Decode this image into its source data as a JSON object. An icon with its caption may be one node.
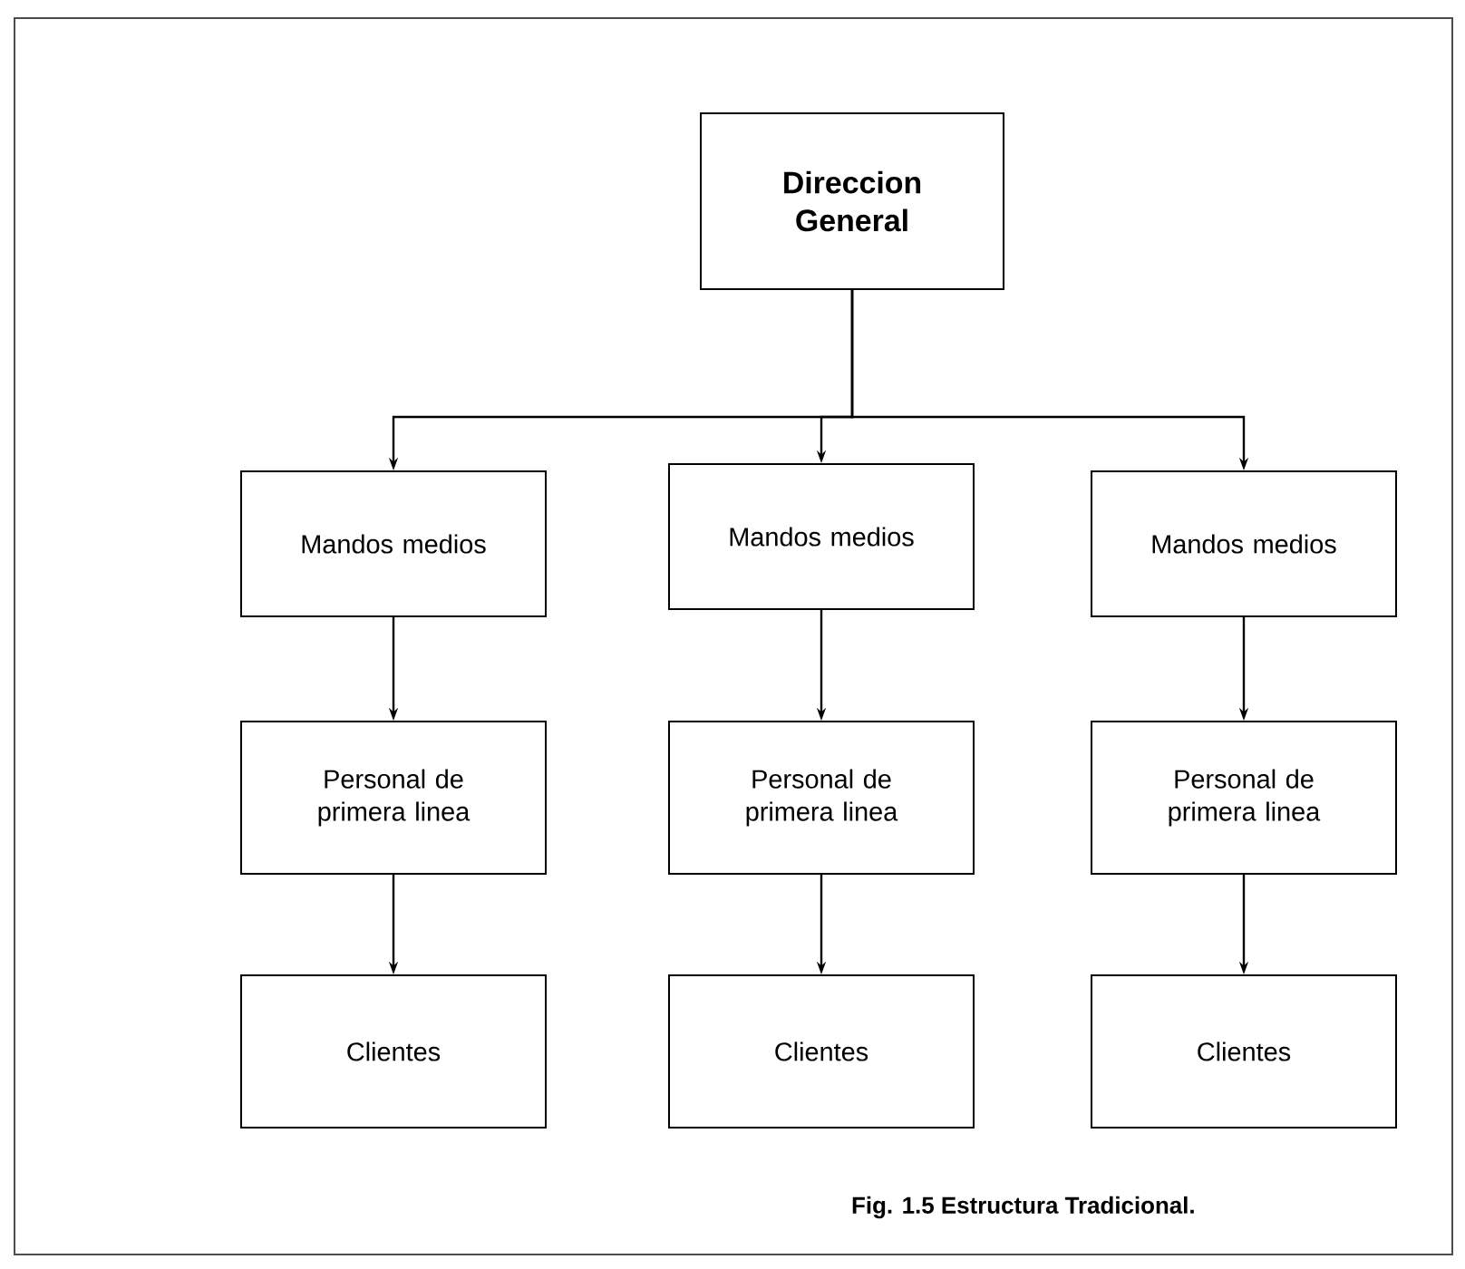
{
  "diagram": {
    "caption": "Fig. 1.5 Estructura Tradicional.",
    "nodes": [
      {
        "text": [
          "Direccion General"
        ]
      },
      {
        "text": [
          "Mandos medios"
        ]
      },
      {
        "text": [
          "Mandos medios"
        ]
      },
      {
        "text": [
          "Mandos medios"
        ]
      },
      {
        "text": [
          "Personal de primera linea"
        ]
      },
      {
        "text": [
          "Personal de primera linea"
        ]
      },
      {
        "text": [
          "Personal de primera linea"
        ]
      },
      {
        "text": [
          "Clientes"
        ]
      },
      {
        "text": [
          "Clientes"
        ]
      },
      {
        "text": [
          "Clientes"
        ]
      }
    ],
    "edges": [
      {
        "from": 0,
        "to": 1,
        "arrow": "to"
      },
      {
        "from": 0,
        "to": 2,
        "arrow": "to"
      },
      {
        "from": 0,
        "to": 3,
        "arrow": "to"
      },
      {
        "from": 1,
        "to": 4,
        "arrow": "to"
      },
      {
        "from": 2,
        "to": 5,
        "arrow": "to"
      },
      {
        "from": 3,
        "to": 6,
        "arrow": "to"
      },
      {
        "from": 4,
        "to": 7,
        "arrow": "to"
      },
      {
        "from": 5,
        "to": 8,
        "arrow": "to"
      },
      {
        "from": 6,
        "to": 9,
        "arrow": "to"
      }
    ]
  }
}
